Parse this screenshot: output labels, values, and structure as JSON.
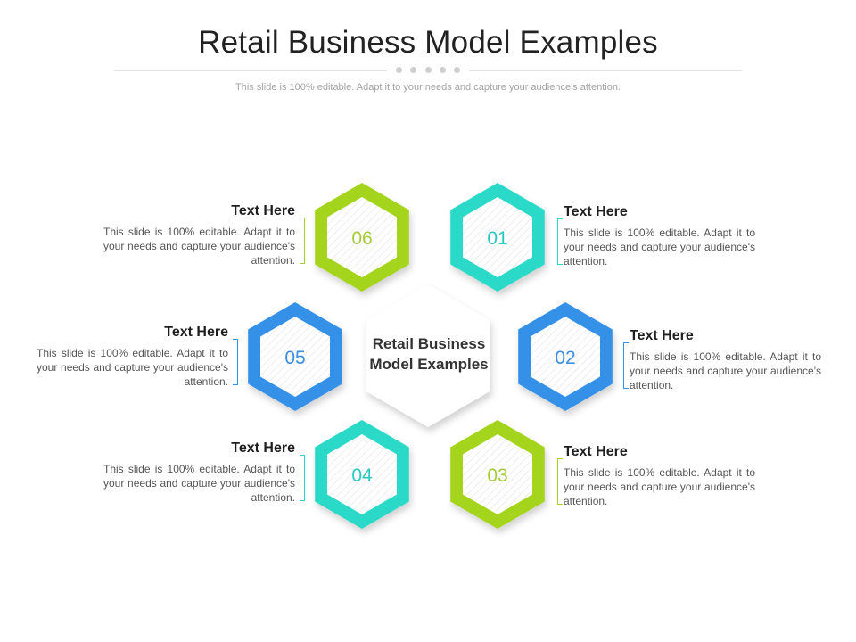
{
  "header": {
    "title": "Retail Business Model Examples",
    "subtitle": "This slide is 100% editable. Adapt it to your needs and capture your audience's attention."
  },
  "center": {
    "line1": "Retail Business",
    "line2": "Model Examples"
  },
  "colors": {
    "lime": "#a5d41e",
    "teal": "#2bd9c8",
    "blue": "#3491e8",
    "number_text": "#9aa0a6"
  },
  "items": [
    {
      "number": "01",
      "heading": "Text Here",
      "body": "This slide is 100% editable. Adapt it to your needs and capture your audience's attention.",
      "color": "#2bd9c8",
      "number_color": "#2bc8c0"
    },
    {
      "number": "02",
      "heading": "Text Here",
      "body": "This slide is 100% editable. Adapt it to your needs and capture your audience's attention.",
      "color": "#3491e8",
      "number_color": "#3a8fe0"
    },
    {
      "number": "03",
      "heading": "Text Here",
      "body": "This slide is 100% editable. Adapt it to your needs and capture your audience's attention.",
      "color": "#a5d41e",
      "number_color": "#a6cc3a"
    },
    {
      "number": "04",
      "heading": "Text Here",
      "body": "This slide is 100% editable. Adapt it to your needs and capture your audience's attention.",
      "color": "#2bd9c8",
      "number_color": "#2bc8c0"
    },
    {
      "number": "05",
      "heading": "Text Here",
      "body": "This slide is 100% editable. Adapt it to your needs and capture your audience's attention.",
      "color": "#3491e8",
      "number_color": "#3a8fe0"
    },
    {
      "number": "06",
      "heading": "Text Here",
      "body": "This slide is 100% editable. Adapt it to your needs and capture your audience's attention.",
      "color": "#a5d41e",
      "number_color": "#a6cc3a"
    }
  ]
}
